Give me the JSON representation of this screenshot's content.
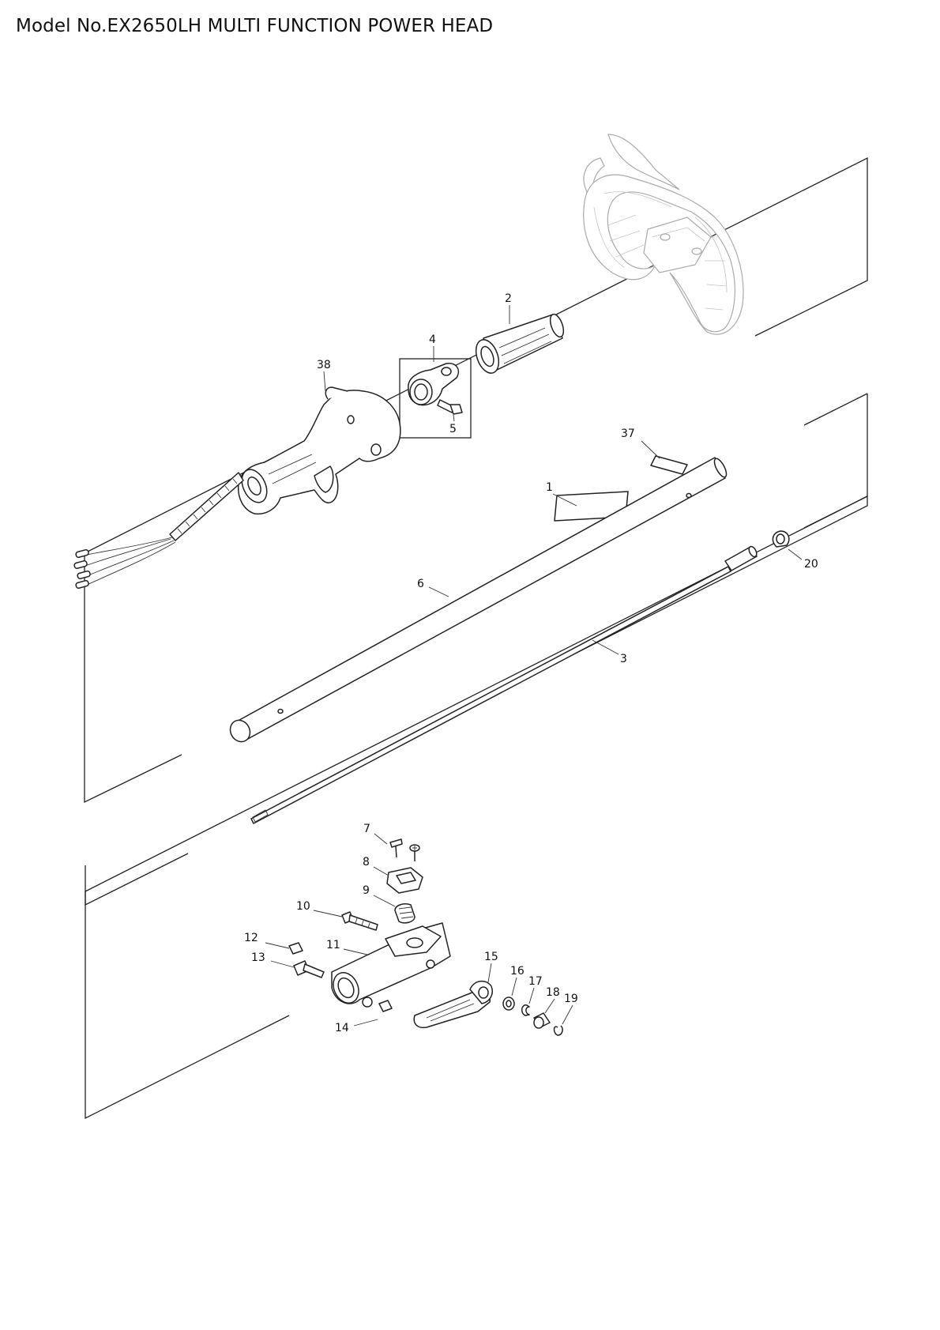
{
  "page": {
    "title": "Model No.EX2650LH MULTI FUNCTION POWER HEAD"
  },
  "callouts": {
    "c1": "1",
    "c2": "2",
    "c3": "3",
    "c4": "4",
    "c5": "5",
    "c6": "6",
    "c7": "7",
    "c8": "8",
    "c9": "9",
    "c10": "10",
    "c11": "11",
    "c12": "12",
    "c13": "13",
    "c14": "14",
    "c15": "15",
    "c16": "16",
    "c17": "17",
    "c18": "18",
    "c19": "19",
    "c20": "20",
    "c37": "37",
    "c38": "38"
  }
}
